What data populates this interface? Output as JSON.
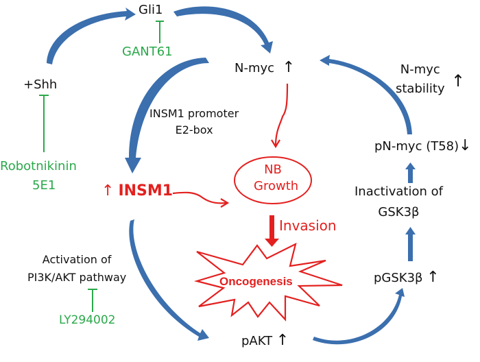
{
  "colors": {
    "arrow_blue": "#3b6fae",
    "arrow_blue_dark": "#2b5a94",
    "inhibitor_green": "#2aa84a",
    "oncogenic_red": "#e3201f",
    "text_black": "#111111"
  },
  "nodes": {
    "gli1": "Gli1",
    "gant61": "GANT61",
    "shh": "+Shh",
    "robotnikinin": "Robotnikinin",
    "robotnikinin_2": "5E1",
    "nmyc": "N-myc",
    "nmyc_arrow": "↑",
    "nmyc_stability_1": "N-myc",
    "nmyc_stability_2": "stability",
    "nmyc_stability_arrow": "↑",
    "insm1_promoter_1": "INSM1 promoter",
    "insm1_promoter_2": "E2-box",
    "insm1_arrow": "↑",
    "insm1": "INSM1",
    "nb_growth_1": "NB",
    "nb_growth_2": "Growth",
    "invasion": "Invasion",
    "oncogenesis": "Oncogenesis",
    "pnmyc": "pN-myc (T58)",
    "pnmyc_arrow": "↓",
    "gsk3b_inactivation_1": "Inactivation of",
    "gsk3b_inactivation_2": "GSK3β",
    "pgsk3b": "pGSK3β",
    "pgsk3b_arrow": "↑",
    "pi3k_1": "Activation of",
    "pi3k_2": "PI3K/AKT pathway",
    "ly294002": "LY294002",
    "pakt": "pAKT",
    "pakt_arrow": "↑"
  }
}
